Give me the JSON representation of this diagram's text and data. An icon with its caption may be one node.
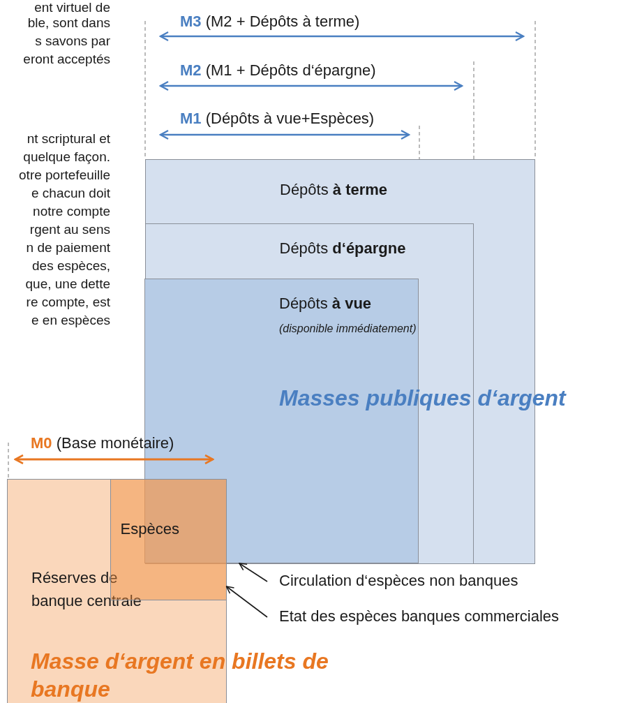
{
  "diagram": {
    "nodes": [
      {
        "text": [
          "Dépôts **à terme**"
        ]
      },
      {
        "text": [
          "Dépôts **d‘épargne**"
        ],
        "in": 0
      },
      {
        "text": [
          "Dépôts **à vue**",
          "(disponible immédiatement)"
        ],
        "in": 1
      },
      {
        "text": [
          "Réserves de banque centrale"
        ]
      },
      {
        "text": [
          "Espèces"
        ],
        "in": 3
      },
      {
        "text": [
          "Circulation d‘espèces non banques"
        ]
      },
      {
        "text": [
          "Etat des espèces banques commerciales"
        ]
      }
    ],
    "edges": [
      {
        "from": 5,
        "to": 2,
        "arrow": "to"
      },
      {
        "from": 6,
        "to": 4,
        "arrow": "to"
      }
    ],
    "labels": [
      "ent virtuel de",
      "ble, sont dans",
      "s savons par",
      "eront acceptés",
      "**M3** (M2 + Dépôts à terme)",
      "**M2** (M1 + Dépôts d‘épargne)",
      "**M1** (Dépôts à vue+Espèces)",
      "nt scriptural et",
      "quelque façon.",
      "otre portefeuille",
      "e chacun doit",
      "notre compte",
      "rgent au sens",
      "n de paiement",
      "des espèces,",
      "que, une dette",
      "re compte, est",
      "e en espèces",
      "Masses publiques d‘argent",
      "**M0** (Base monétaire)",
      "Masse d‘argent en billets de banque"
    ]
  }
}
